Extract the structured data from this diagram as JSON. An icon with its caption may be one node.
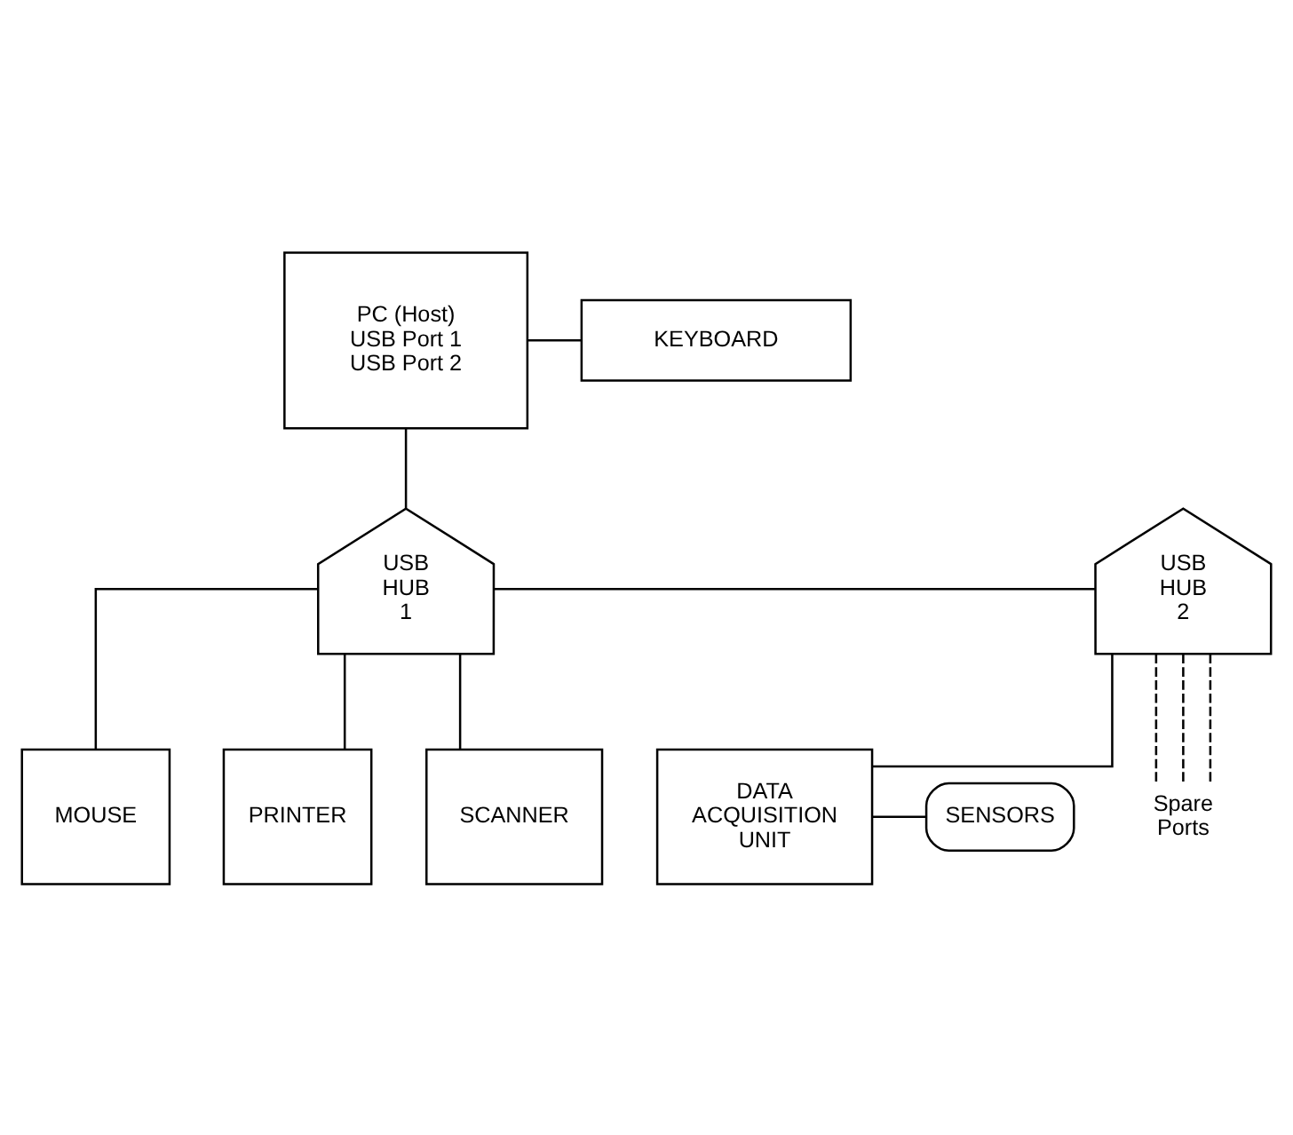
{
  "diagram": {
    "nodes": [
      {
        "text": [
          "PC (Host)",
          "USB Port 1",
          "USB Port 2"
        ]
      },
      {
        "text": [
          "KEYBOARD"
        ]
      },
      {
        "text": [
          "USB HUB 1"
        ]
      },
      {
        "text": [
          "USB HUB 2"
        ]
      },
      {
        "text": [
          "MOUSE"
        ]
      },
      {
        "text": [
          "PRINTER"
        ]
      },
      {
        "text": [
          "SCANNER"
        ]
      },
      {
        "text": [
          "DATA ACQUISITION UNIT"
        ]
      },
      {
        "text": [
          "SENSORS"
        ]
      },
      {
        "text": [
          "Spare Ports"
        ]
      }
    ],
    "edges": [
      {
        "from": 0,
        "to": 1,
        "arrow": "none"
      },
      {
        "from": 0,
        "to": 2,
        "arrow": "none"
      },
      {
        "from": 2,
        "to": 4,
        "arrow": "none"
      },
      {
        "from": 2,
        "to": 5,
        "arrow": "none"
      },
      {
        "from": 2,
        "to": 6,
        "arrow": "none"
      },
      {
        "from": 2,
        "to": 3,
        "arrow": "none"
      },
      {
        "from": 3,
        "to": 7,
        "arrow": "none"
      },
      {
        "from": 7,
        "to": 8,
        "arrow": "none"
      },
      {
        "from": 3,
        "to": 9,
        "arrow": "none",
        "style": "dashed"
      },
      {
        "from": 3,
        "to": 9,
        "arrow": "none",
        "style": "dashed"
      },
      {
        "from": 3,
        "to": 9,
        "arrow": "none",
        "style": "dashed"
      }
    ]
  }
}
